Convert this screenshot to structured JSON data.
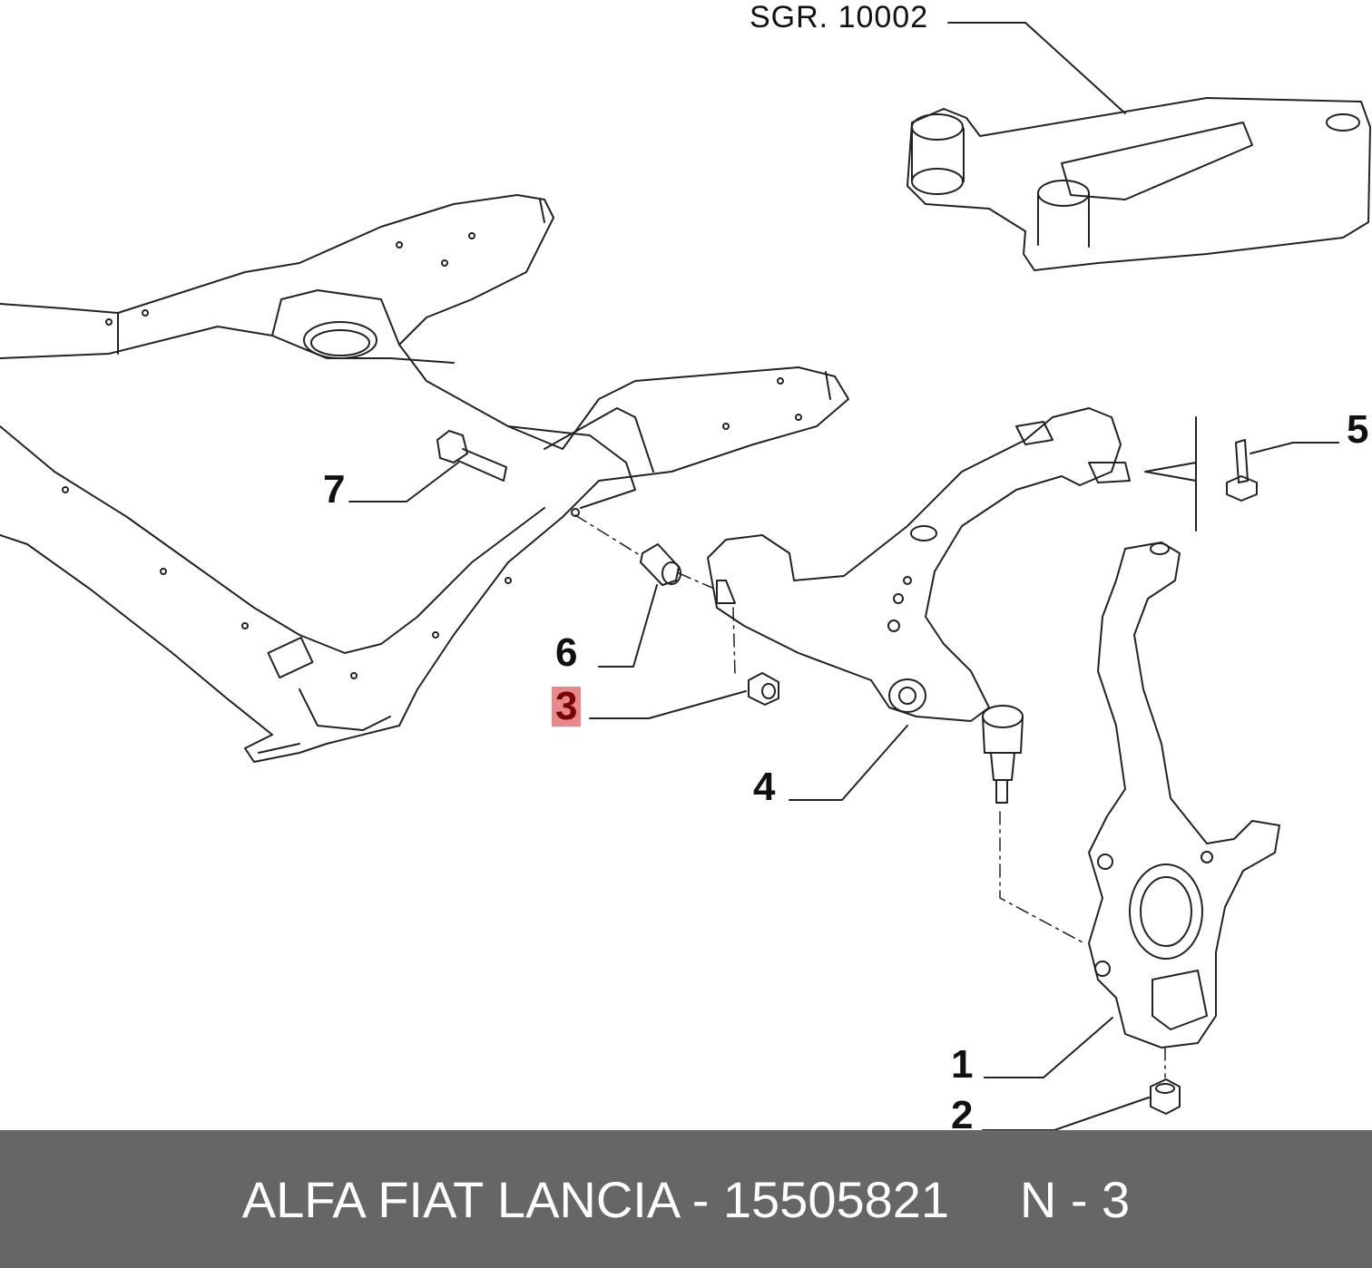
{
  "diagram": {
    "reference": "SGR. 10002",
    "callouts": [
      {
        "id": "c7",
        "label": "7",
        "highlighted": false
      },
      {
        "id": "c6",
        "label": "6",
        "highlighted": false
      },
      {
        "id": "c3",
        "label": "3",
        "highlighted": true
      },
      {
        "id": "c4",
        "label": "4",
        "highlighted": false
      },
      {
        "id": "c5",
        "label": "5",
        "highlighted": false
      },
      {
        "id": "c1",
        "label": "1",
        "highlighted": false
      },
      {
        "id": "c2",
        "label": "2",
        "highlighted": false
      }
    ],
    "highlight_color": "#e8888a"
  },
  "footer": {
    "text": "ALFA FIAT LANCIA - 15505821     N - 3",
    "background": "#666666"
  }
}
